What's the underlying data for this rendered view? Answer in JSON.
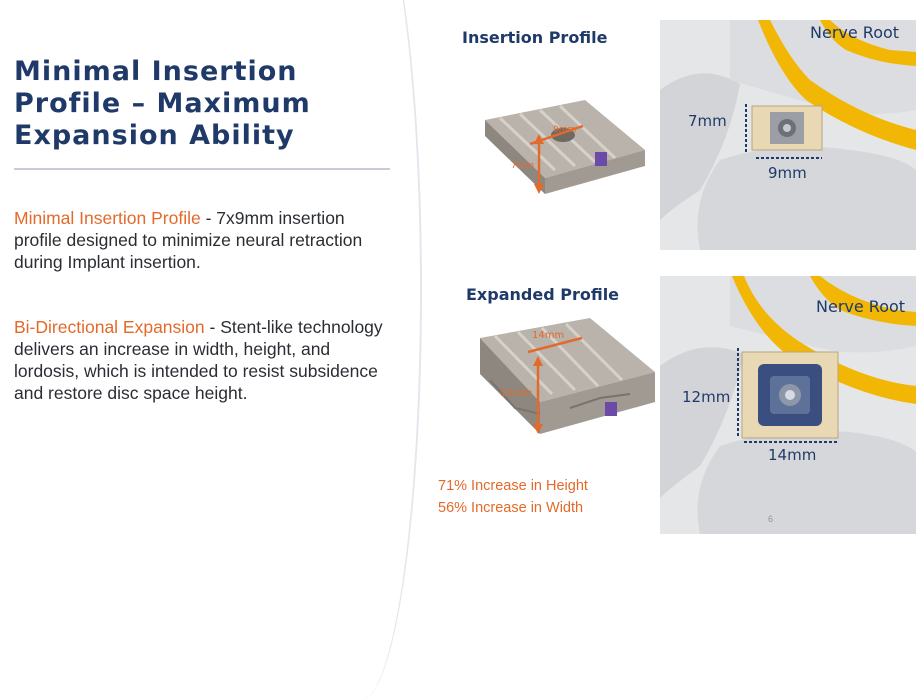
{
  "title": "Minimal Insertion Profile – Maximum Expansion Ability",
  "features": [
    {
      "lead": "Minimal Insertion Profile",
      "body": " - 7x9mm insertion profile designed to minimize neural retraction during Implant insertion."
    },
    {
      "lead": "Bi-Directional Expansion",
      "body": " - Stent-like technology delivers an increase in width, height, and lordosis, which is intended to resist subsidence and restore disc space height."
    }
  ],
  "insertion": {
    "label": "Insertion Profile",
    "implant_width": "9mm",
    "implant_height": "7mm",
    "spine_height": "7mm",
    "spine_width": "9mm",
    "nerve_label": "Nerve Root"
  },
  "expanded": {
    "label": "Expanded Profile",
    "implant_width": "14mm",
    "implant_height": "12mm",
    "spine_height": "12mm",
    "spine_width": "14mm",
    "nerve_label": "Nerve Root"
  },
  "stats": [
    "71% Increase in Height",
    "56% Increase in Width"
  ],
  "page_number": "6",
  "colors": {
    "title": "#1f3a68",
    "accent": "#e36a2a",
    "nerve": "#f2b705"
  }
}
